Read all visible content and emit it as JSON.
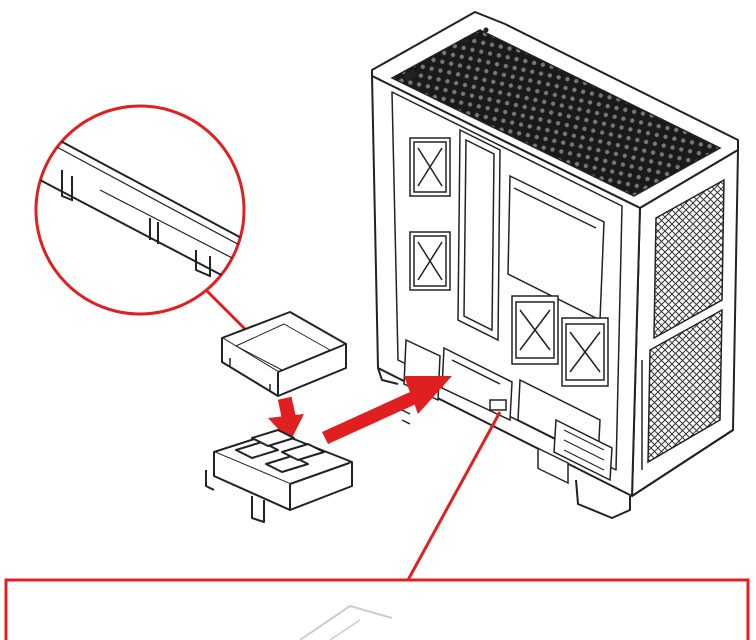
{
  "diagram": {
    "colors": {
      "line": "#222222",
      "accent": "#e02020",
      "mesh": "#1a1a1a",
      "background": "#ffffff"
    },
    "elements": [
      "pc-case",
      "top-mesh-panel",
      "zoom-callout-circle",
      "hard-drive",
      "drive-tray",
      "insert-arrow",
      "down-arrow",
      "detail-callout-box"
    ]
  }
}
